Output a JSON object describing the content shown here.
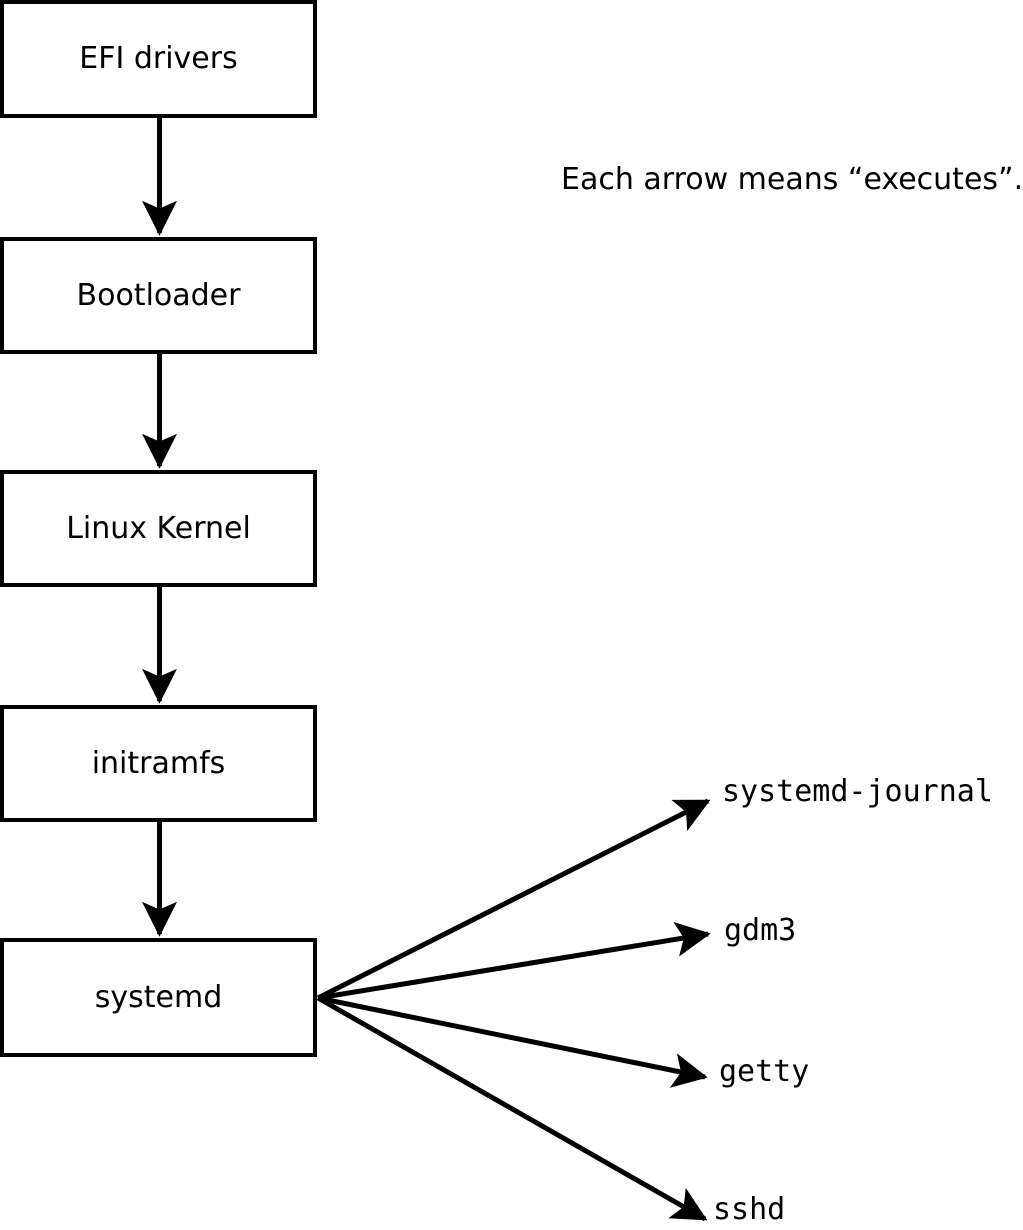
{
  "caption": "Each arrow means “executes”.",
  "chain": [
    {
      "label": "EFI drivers"
    },
    {
      "label": "Bootloader"
    },
    {
      "label": "Linux Kernel"
    },
    {
      "label": "initramfs"
    },
    {
      "label": "systemd"
    }
  ],
  "spawned": [
    {
      "label": "systemd-journal"
    },
    {
      "label": "gdm3"
    },
    {
      "label": "getty"
    },
    {
      "label": "sshd"
    }
  ],
  "edges": [
    {
      "from": "EFI drivers",
      "to": "Bootloader",
      "meaning": "executes"
    },
    {
      "from": "Bootloader",
      "to": "Linux Kernel",
      "meaning": "executes"
    },
    {
      "from": "Linux Kernel",
      "to": "initramfs",
      "meaning": "executes"
    },
    {
      "from": "initramfs",
      "to": "systemd",
      "meaning": "executes"
    },
    {
      "from": "systemd",
      "to": "systemd-journal",
      "meaning": "executes"
    },
    {
      "from": "systemd",
      "to": "gdm3",
      "meaning": "executes"
    },
    {
      "from": "systemd",
      "to": "getty",
      "meaning": "executes"
    },
    {
      "from": "systemd",
      "to": "sshd",
      "meaning": "executes"
    }
  ],
  "colors": {
    "ink": "#000000",
    "paper": "#ffffff"
  }
}
